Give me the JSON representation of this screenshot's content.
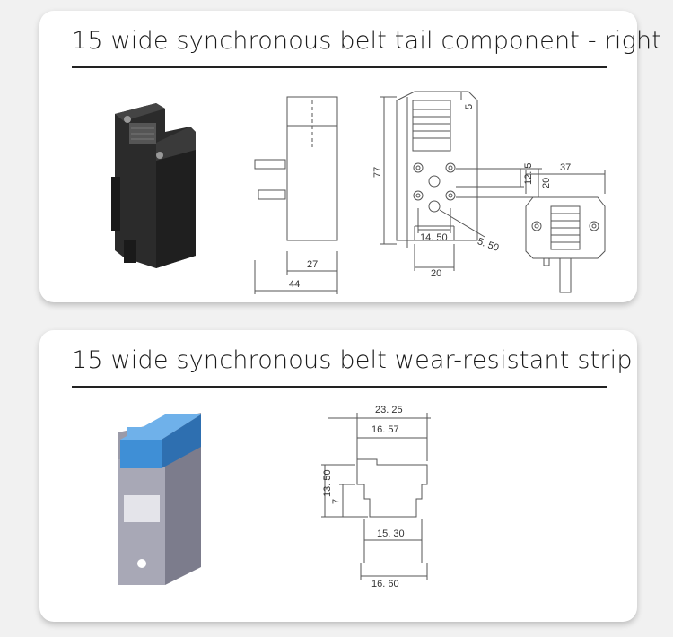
{
  "card1": {
    "title": "15 wide synchronous belt tail component - right",
    "dims": {
      "d27": "27",
      "d44": "44",
      "d77": "77",
      "d5": "5",
      "d12_5": "12. 5",
      "d20v": "20",
      "d14_50": "14. 50",
      "d5_50": "5. 50",
      "d20h": "20",
      "d37": "37"
    }
  },
  "card2": {
    "title": "15 wide synchronous belt wear-resistant strip",
    "dims": {
      "d23_25": "23. 25",
      "d16_57": "16. 57",
      "d13_50": "13. 50",
      "d7": "7",
      "d15_30": "15. 30",
      "d16_60": "16. 60"
    }
  },
  "colors": {
    "part_black": "#2b2b2b",
    "strip_blue": "#3f8fd6",
    "profile_gray": "#8f8f9e"
  }
}
